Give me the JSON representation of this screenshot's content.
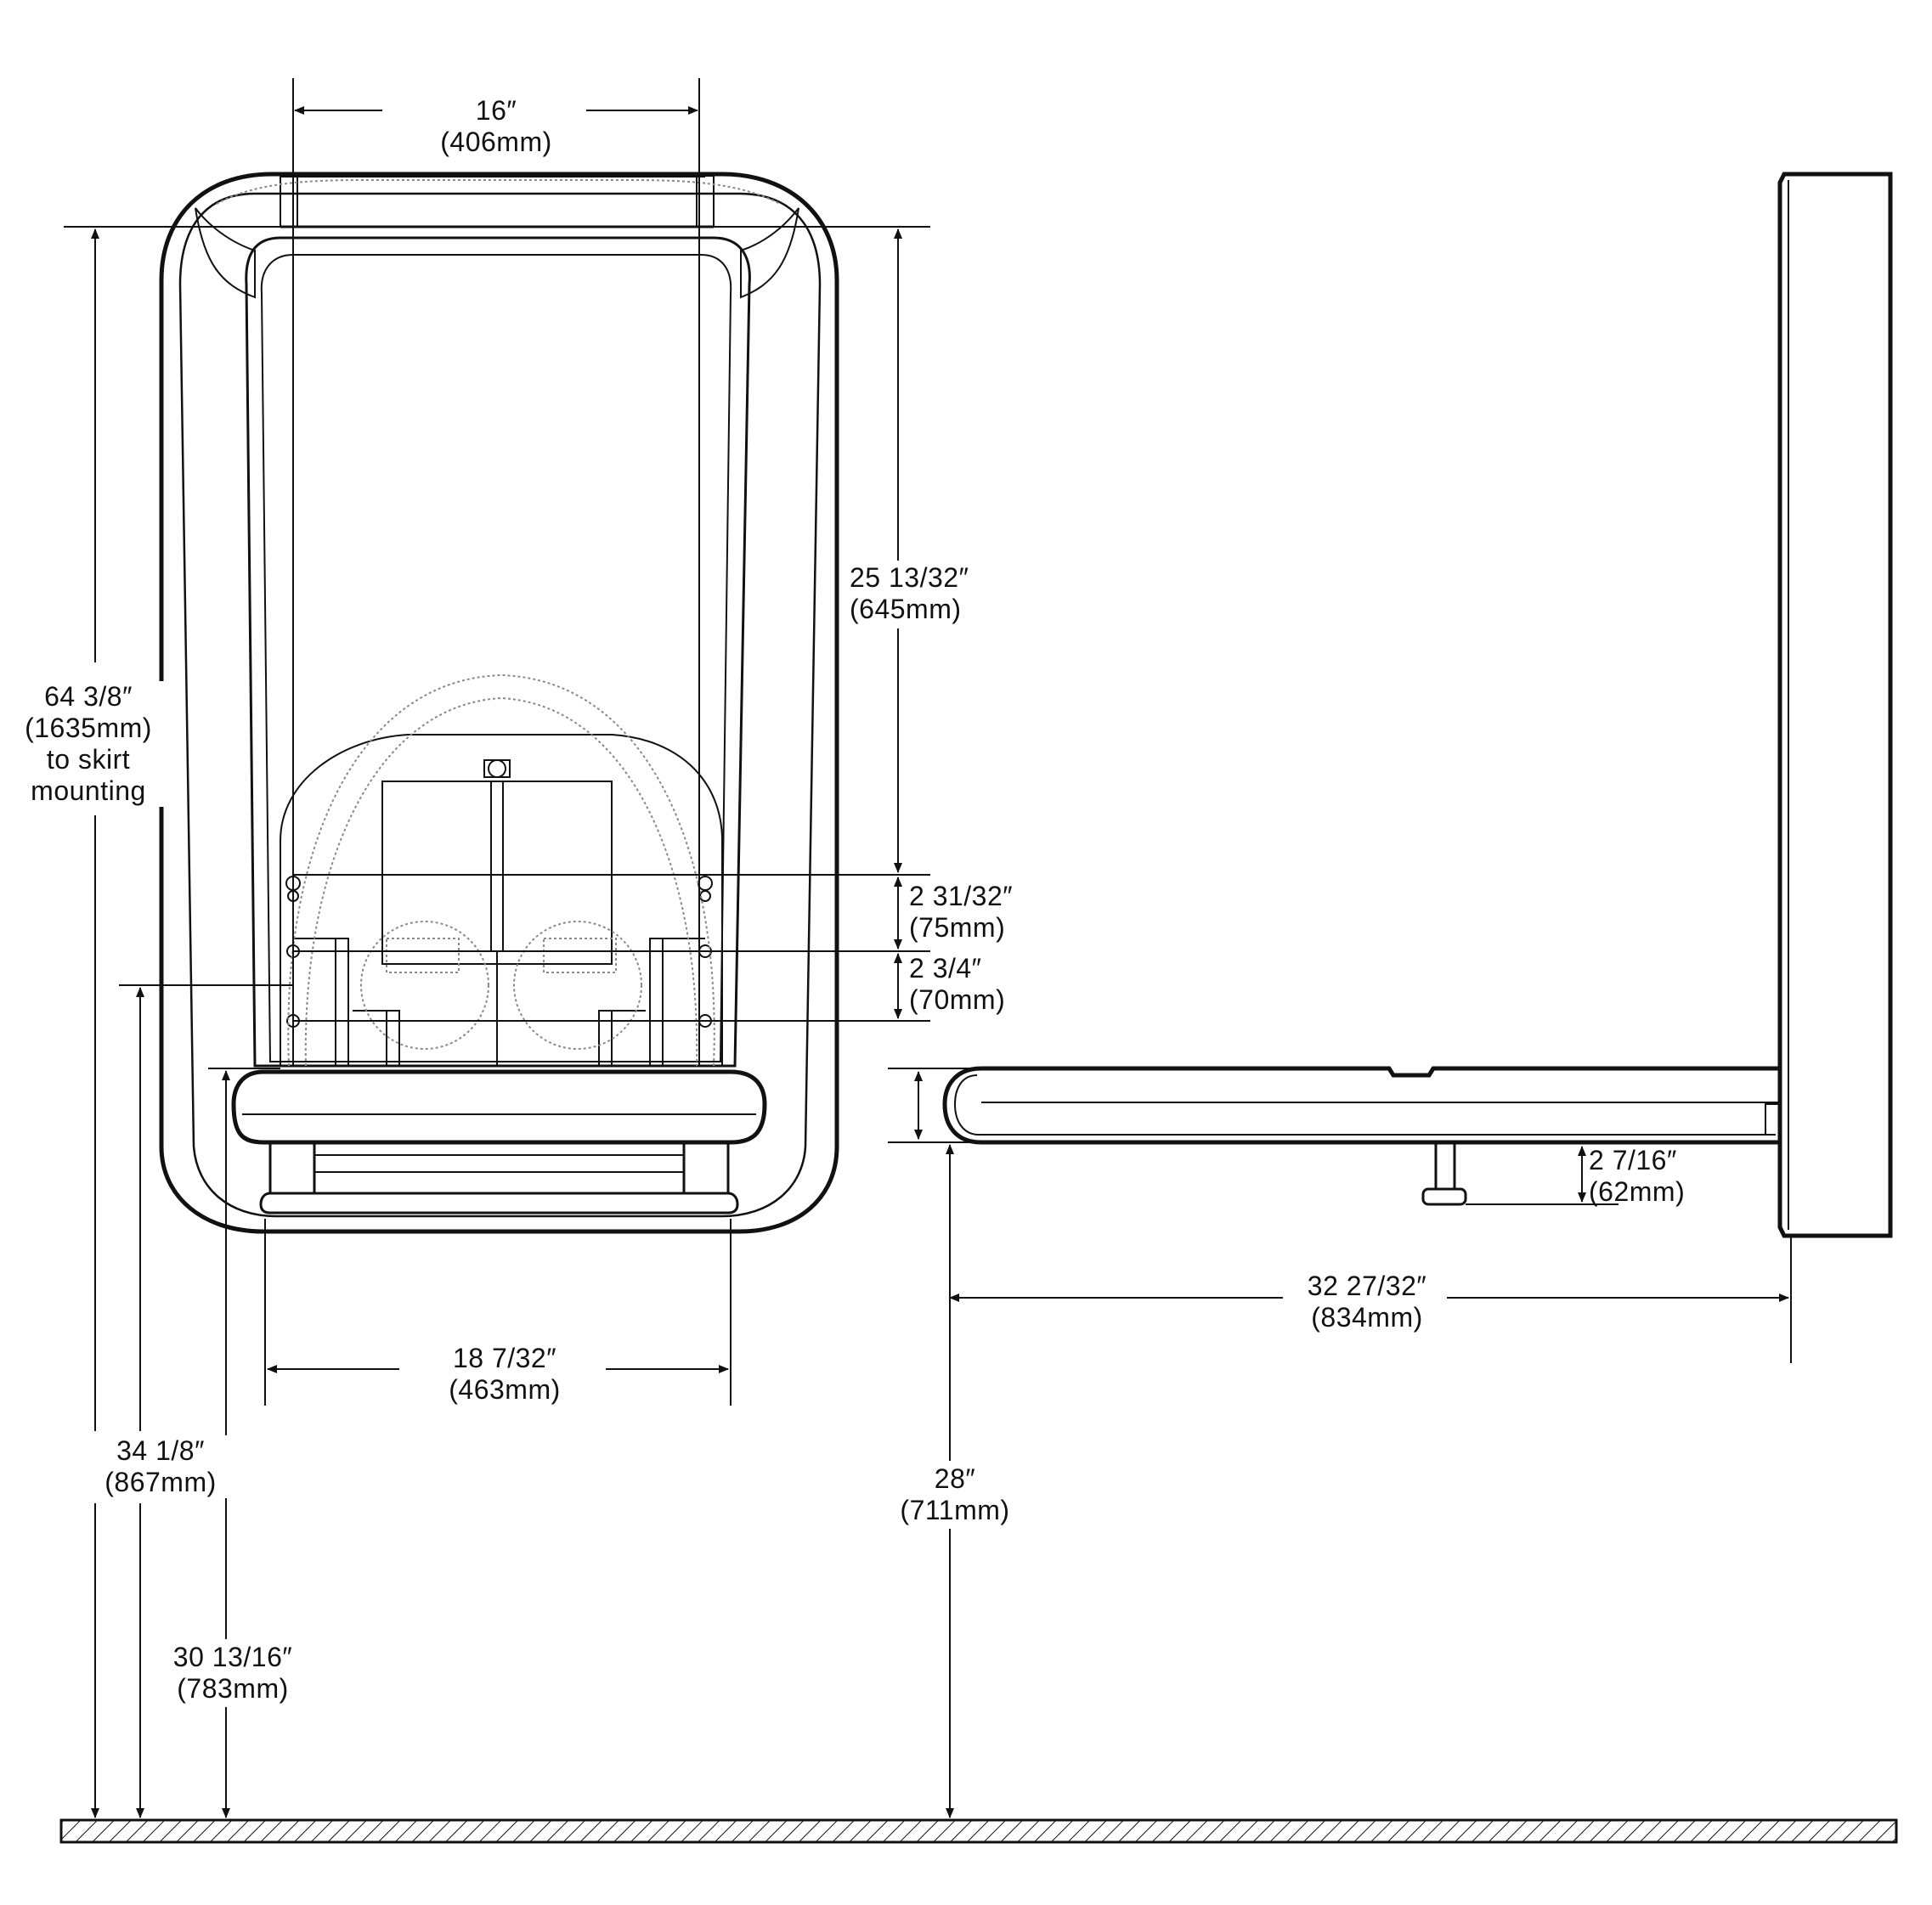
{
  "colors": {
    "line": "#111111",
    "hidden": "#8a8a8a",
    "background": "#ffffff"
  },
  "dimensions": {
    "width_16": {
      "imperial": "16″",
      "metric": "(406mm)"
    },
    "height_25": {
      "imperial": "25 13/32″",
      "metric": "(645mm)"
    },
    "height_64": {
      "imperial": "64 3/8″",
      "metric": "(1635mm)",
      "note1": "to skirt",
      "note2": "mounting"
    },
    "spacing_2_31": {
      "imperial": "2 31/32″",
      "metric": "(75mm)"
    },
    "spacing_2_3_4": {
      "imperial": "2 3/4″",
      "metric": "(70mm)"
    },
    "depth_2_7": {
      "imperial": "2 7/16″",
      "metric": "(62mm)"
    },
    "depth_32": {
      "imperial": "32 27/32″",
      "metric": "(834mm)"
    },
    "width_18": {
      "imperial": "18 7/32″",
      "metric": "(463mm)"
    },
    "height_34": {
      "imperial": "34 1/8″",
      "metric": "(867mm)"
    },
    "height_28": {
      "imperial": "28″",
      "metric": "(711mm)"
    },
    "height_30": {
      "imperial": "30 13/16″",
      "metric": "(783mm)"
    }
  }
}
